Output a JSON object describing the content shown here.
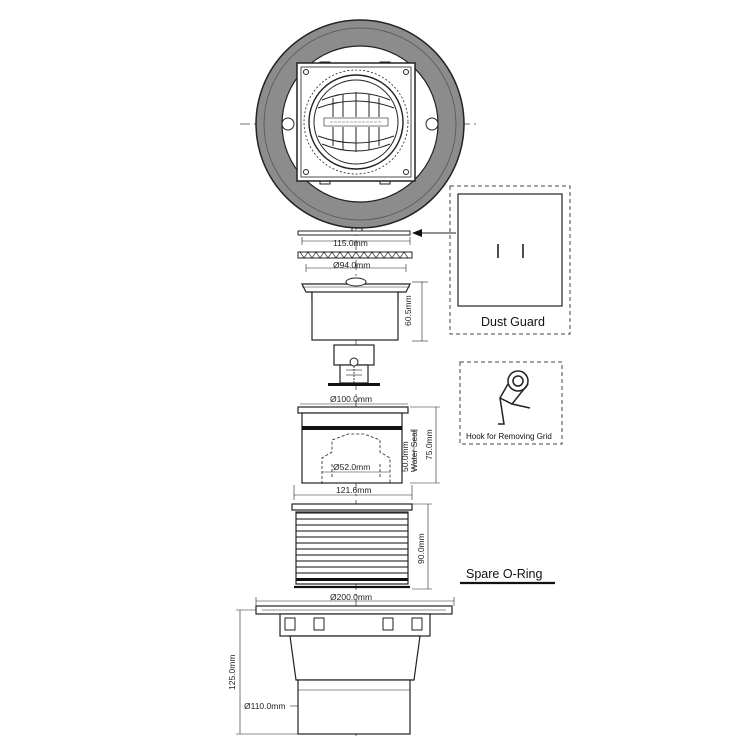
{
  "labels": {
    "top_plate_width": "115.0mm",
    "grate_diameter": "Ø94.0mm",
    "trap_height": "60.5mm",
    "body_diameter": "Ø100.0mm",
    "inner_diameter": "Ø52.0mm",
    "water_seal": "50.0mm\nWater Seal",
    "body_height": "75.0mm",
    "body_width": "121.6mm",
    "riser_height": "90.0mm",
    "flange_diameter": "Ø200.0mm",
    "outlet_height": "125.0mm",
    "outlet_diameter": "Ø110.0mm"
  },
  "callouts": {
    "dust_guard": "Dust Guard",
    "hook": "Hook for Removing Grid",
    "spare_o_ring": "Spare O-Ring"
  },
  "colors": {
    "ink": "#111111",
    "grey_ring": "#8c8c8c",
    "light_grey": "#d9d9d9"
  }
}
